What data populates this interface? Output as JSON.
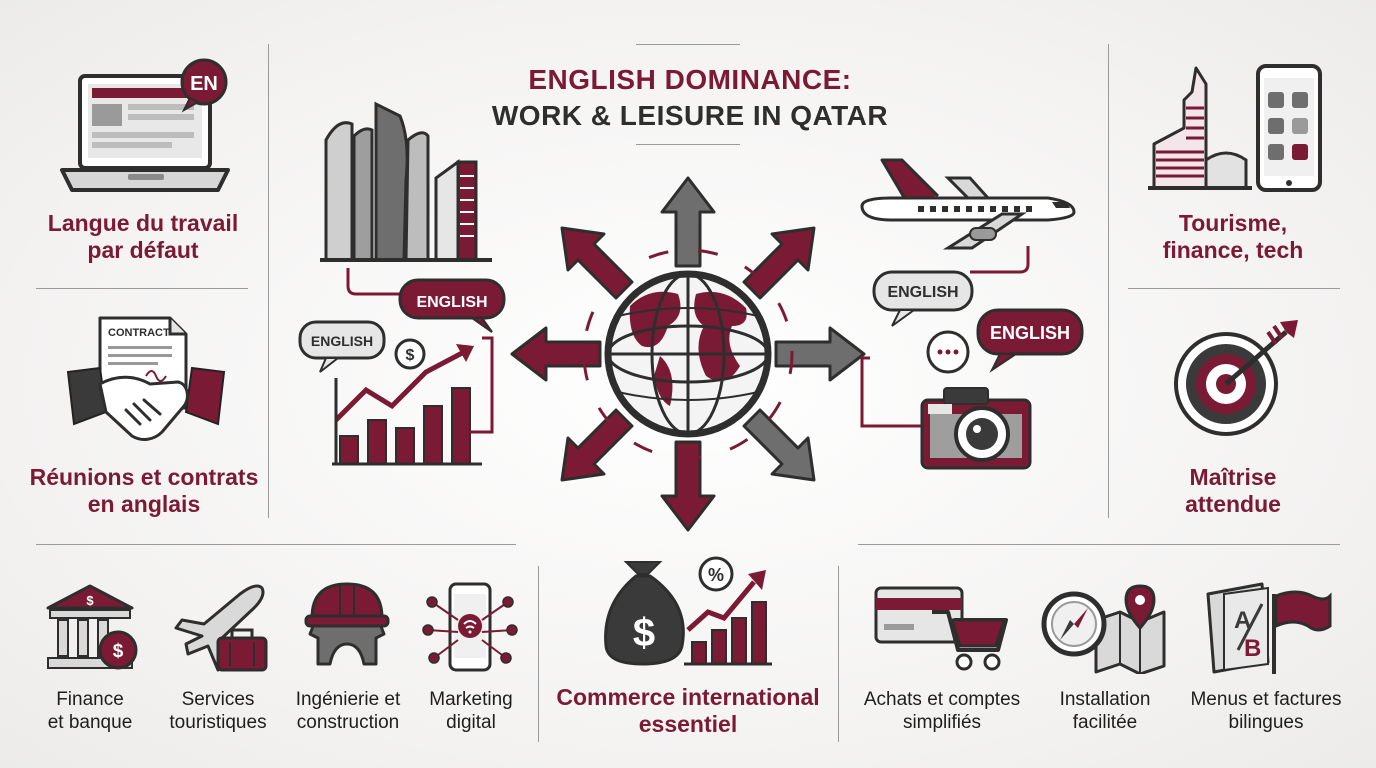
{
  "title": {
    "line1": "ENGLISH DOMINANCE:",
    "line2": "WORK & LEISURE IN QATAR"
  },
  "colors": {
    "maroon": "#7b1a34",
    "gray": "#6e6e6e",
    "dark": "#2e2e2e",
    "light": "#d9d9d9"
  },
  "left_panel": {
    "item1": {
      "line1": "Langue du travail",
      "line2": "par défaut",
      "icon": "laptop-en-icon",
      "badge": "EN"
    },
    "item2": {
      "line1": "Réunions et contrats",
      "line2": "en anglais",
      "icon": "contract-handshake-icon",
      "doc": "CONTRACT"
    }
  },
  "right_panel": {
    "item1": {
      "line1": "Tourisme,",
      "line2": "finance, tech",
      "icon": "skyline-phone-icon"
    },
    "item2": {
      "line1": "Maîtrise",
      "line2": "attendue",
      "icon": "target-icon"
    }
  },
  "center": {
    "bubbles": {
      "left_top": "ENGLISH",
      "left_bottom": "ENGLISH",
      "right_top": "ENGLISH",
      "right_bottom": "ENGLISH",
      "dollar": "$"
    }
  },
  "bottom_left": [
    {
      "line1": "Finance",
      "line2": "et banque",
      "icon": "bank-icon"
    },
    {
      "line1": "Services",
      "line2": "touristiques",
      "icon": "plane-luggage-icon"
    },
    {
      "line1": "Ingénierie et",
      "line2": "construction",
      "icon": "helmet-gear-icon"
    },
    {
      "line1": "Marketing",
      "line2": "digital",
      "icon": "phone-network-icon"
    }
  ],
  "bottom_center": {
    "line1": "Commerce international",
    "line2": "essentiel",
    "icon": "money-growth-icon",
    "percent": "%"
  },
  "bottom_right": [
    {
      "line1": "Achats et comptes",
      "line2": "simplifiés",
      "icon": "card-cart-icon"
    },
    {
      "line1": "Installation",
      "line2": "facilitée",
      "icon": "compass-map-icon"
    },
    {
      "line1": "Menus et factures",
      "line2": "bilingues",
      "icon": "bilingual-menu-icon",
      "letters": [
        "A",
        "B"
      ]
    }
  ]
}
